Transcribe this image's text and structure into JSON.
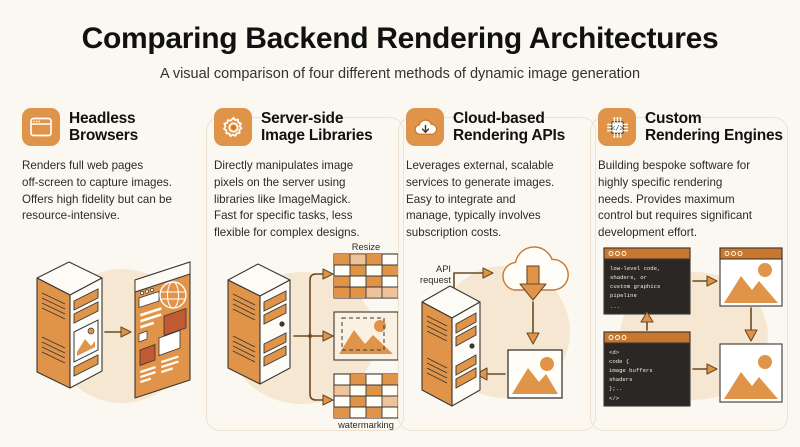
{
  "header": {
    "title": "Comparing Backend Rendering Architectures",
    "subtitle": "A visual comparison of four different methods of dynamic image generation"
  },
  "theme": {
    "background": "#FBF8F2",
    "accent": "#E0944A",
    "accent_dark": "#C8772E",
    "blob": "#F6E7D2",
    "text": "#1A1A1A",
    "card_border": "#EDE3D0",
    "code_bg": "#2B2724"
  },
  "columns": [
    {
      "id": "headless-browsers",
      "icon": "browser-window-icon",
      "title": "Headless\nBrowsers",
      "title_line1": "Headless",
      "title_line2": "Browsers",
      "description": "Renders full web pages\noff-screen to capture images.\nOffers high fidelity but can be\nresource-intensive.",
      "diagram": {
        "type": "server-to-browser",
        "nodes": [
          "server-tower",
          "rendered-web-page"
        ],
        "arrows": [
          "server-to-page"
        ]
      }
    },
    {
      "id": "server-side-image-libraries",
      "icon": "gear-icon",
      "title": "Server-side\nImage Libraries",
      "title_line1": "Server-side",
      "title_line2": "Image Libraries",
      "description": "Directly manipulates image\npixels on the server using\nlibraries like ImageMagick.\nFast for specific tasks, less\nflexible for complex designs.",
      "diagram": {
        "type": "server-to-three-operations",
        "nodes": [
          "server-tower",
          "resize-pixel-grid",
          "crop-image-panel",
          "watermark-pixel-grid"
        ],
        "labels": [
          "Resize",
          "watermarking"
        ],
        "label_top": "Resize",
        "label_bottom": "watermarking"
      }
    },
    {
      "id": "cloud-based-rendering-apis",
      "icon": "cloud-download-icon",
      "title": "Cloud-based\nRendering APIs",
      "title_line1": "Cloud-based",
      "title_line2": "Rendering APIs",
      "description": "Leverages external, scalable\nservices to generate images.\nEasy to integrate and\nmanage, typically involves\nsubscription costs.",
      "diagram": {
        "type": "request-response-cycle",
        "nodes": [
          "server-tower",
          "cloud",
          "image-result"
        ],
        "labels": [
          "API request"
        ],
        "label_request_line1": "API",
        "label_request_line2": "request"
      }
    },
    {
      "id": "custom-rendering-engines",
      "icon": "chip-code-icon",
      "title": "Custom\nRendering Engines",
      "title_line1": "Custom",
      "title_line2": "Rendering Engines",
      "description": "Building bespoke software for\nhighly specific rendering\nneeds. Provides maximum\ncontrol but requires significant\ndevelopment effort.",
      "diagram": {
        "type": "code-to-image-windows",
        "nodes": [
          "code-window-top",
          "code-window-bottom",
          "image-window-top",
          "image-window-bottom"
        ],
        "code_top": [
          "low-level code,",
          "  shaders, or",
          "  custom graphics",
          "  pipeline",
          "..."
        ],
        "code_bottom": [
          "<d>",
          "  code {",
          "    image buffers",
          "    shaders",
          "  };..",
          "</>"
        ]
      }
    }
  ]
}
